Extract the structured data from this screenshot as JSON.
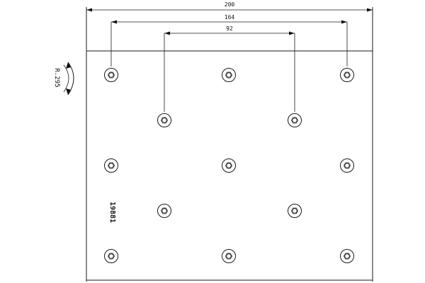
{
  "dimensions": {
    "overall_width": "200",
    "outer_hole_spacing": "164",
    "inner_hole_spacing": "92"
  },
  "radius_label": "R.295",
  "part_number": "19881",
  "holes": [
    {
      "row": 1,
      "col": "left-outer"
    },
    {
      "row": 1,
      "col": "center"
    },
    {
      "row": 1,
      "col": "right-outer"
    },
    {
      "row": 2,
      "col": "left-inner"
    },
    {
      "row": 2,
      "col": "right-inner"
    },
    {
      "row": 3,
      "col": "left-outer"
    },
    {
      "row": 3,
      "col": "center"
    },
    {
      "row": 3,
      "col": "right-outer"
    },
    {
      "row": 4,
      "col": "left-inner"
    },
    {
      "row": 4,
      "col": "right-inner"
    },
    {
      "row": 5,
      "col": "left-outer"
    },
    {
      "row": 5,
      "col": "center"
    },
    {
      "row": 5,
      "col": "right-outer"
    }
  ]
}
